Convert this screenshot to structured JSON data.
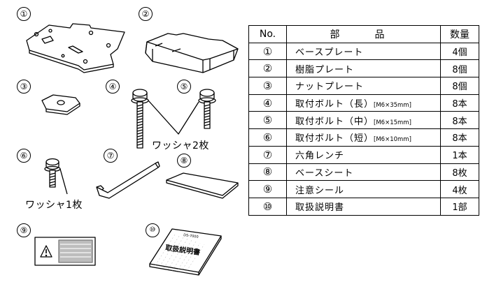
{
  "labels": {
    "n1": "①",
    "n2": "②",
    "n3": "③",
    "n4": "④",
    "n5": "⑤",
    "n6": "⑥",
    "n7": "⑦",
    "n8": "⑧",
    "n9": "⑨",
    "n10": "⑩"
  },
  "callouts": {
    "washer_two": "ワッシャ2枚",
    "washer_one": "ワッシャ1枚"
  },
  "manual_cover": {
    "title": "取扱説明書",
    "model": "DS-7000"
  },
  "table": {
    "headers": {
      "no": "No.",
      "name": "部　品",
      "qty": "数量"
    },
    "rows": [
      {
        "no": "①",
        "name": "ベースプレート",
        "spec": "",
        "qty": "4個"
      },
      {
        "no": "②",
        "name": "樹脂プレート",
        "spec": "",
        "qty": "8個"
      },
      {
        "no": "③",
        "name": "ナットプレート",
        "spec": "",
        "qty": "8個"
      },
      {
        "no": "④",
        "name": "取付ボルト（長）",
        "spec": "[M6×35mm]",
        "qty": "8本"
      },
      {
        "no": "⑤",
        "name": "取付ボルト（中）",
        "spec": "[M6×15mm]",
        "qty": "8本"
      },
      {
        "no": "⑥",
        "name": "取付ボルト（短）",
        "spec": "[M6×10mm]",
        "qty": "8本"
      },
      {
        "no": "⑦",
        "name": "六角レンチ",
        "spec": "",
        "qty": "1本"
      },
      {
        "no": "⑧",
        "name": "ベースシート",
        "spec": "",
        "qty": "8枚"
      },
      {
        "no": "⑨",
        "name": "注意シール",
        "spec": "",
        "qty": "4枚"
      },
      {
        "no": "⑩",
        "name": "取扱説明書",
        "spec": "",
        "qty": "1部"
      }
    ]
  }
}
